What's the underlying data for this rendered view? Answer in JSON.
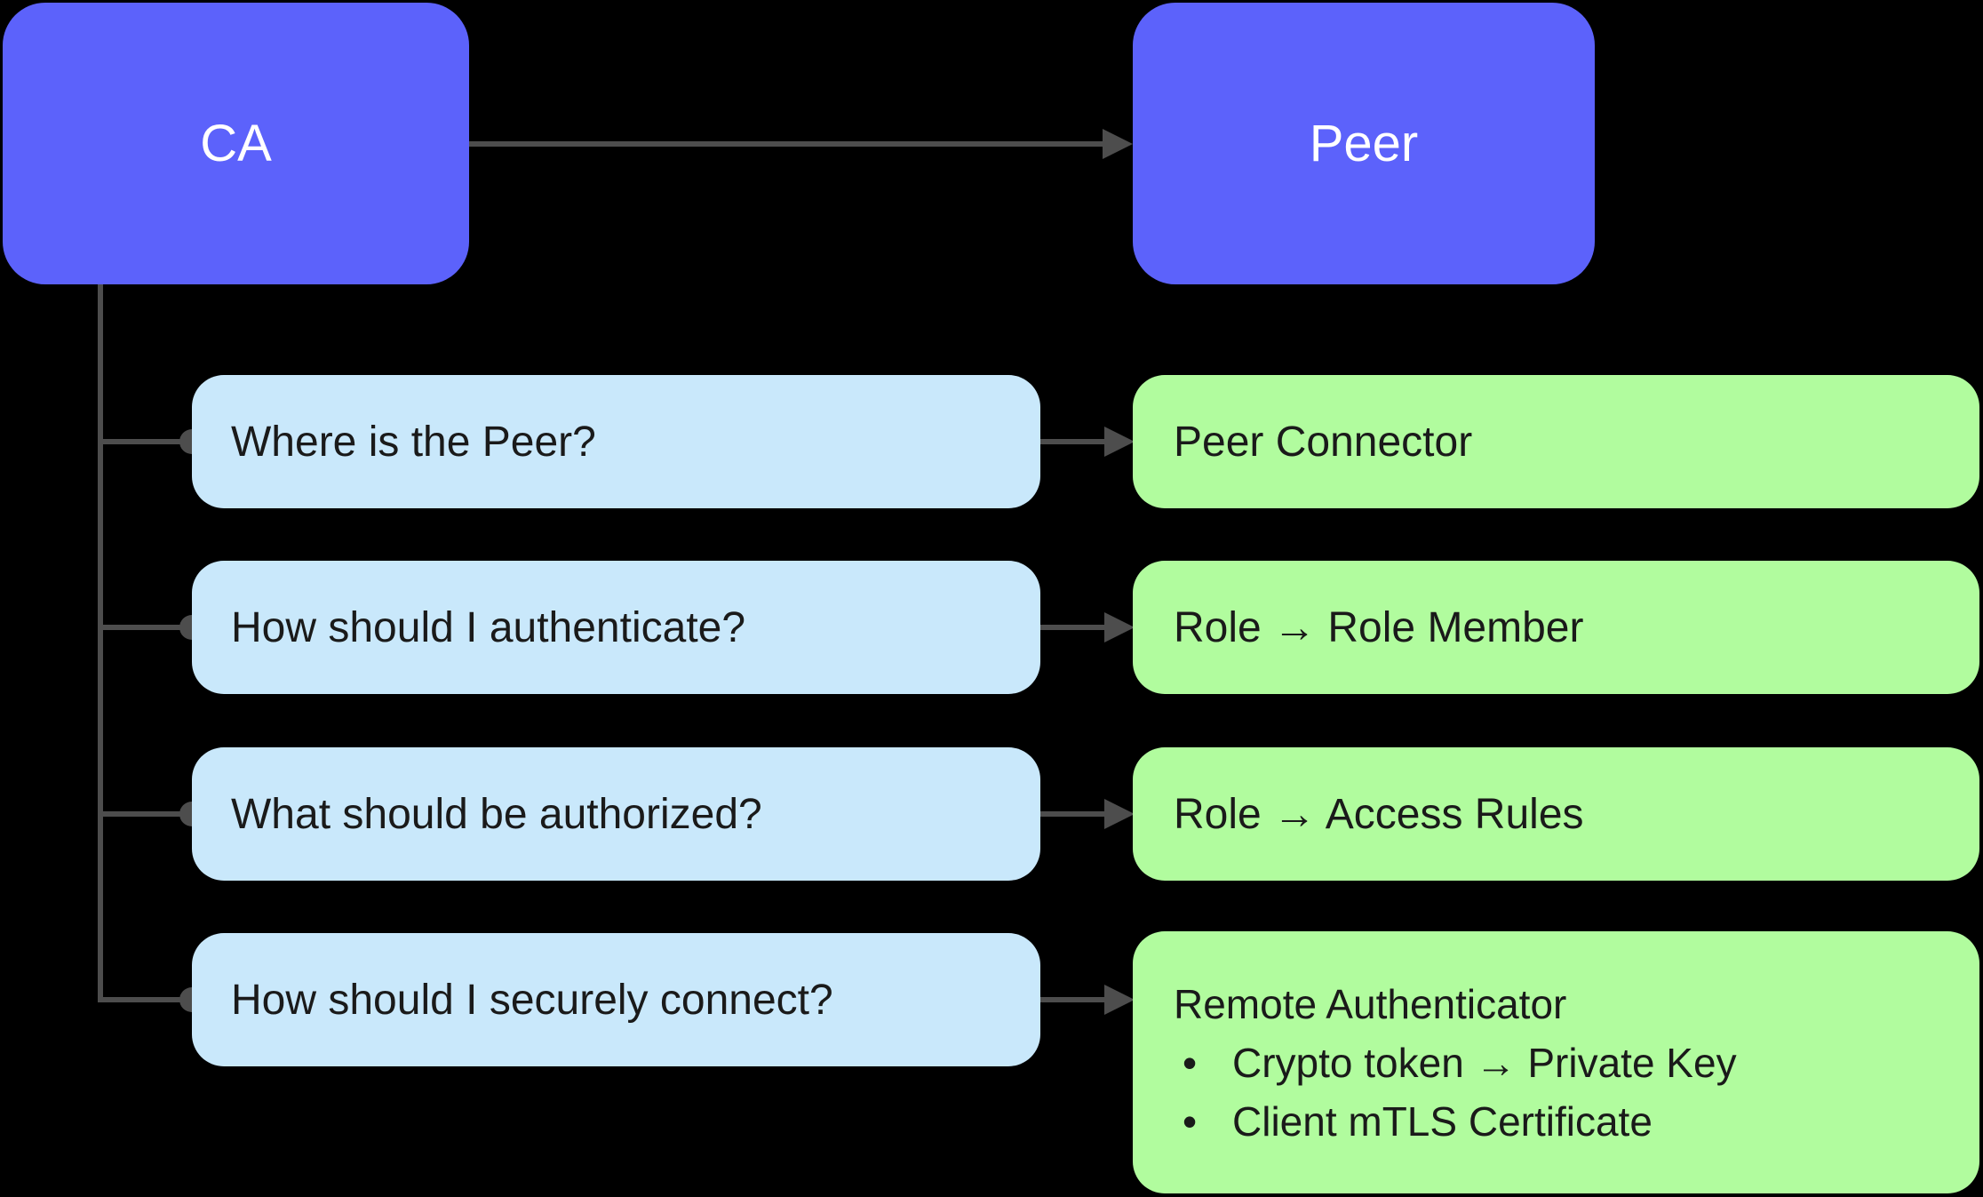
{
  "colors": {
    "background": "#000000",
    "node": "#5C62FB",
    "question": "#C9E8FB",
    "answer": "#B1FC9E",
    "connector": "#4D4D4D",
    "text_dark": "#1A1A1A",
    "text_light": "#FFFFFF"
  },
  "bullet_char": "•",
  "nodes": {
    "ca": {
      "label": "CA"
    },
    "peer": {
      "label": "Peer"
    }
  },
  "rows": [
    {
      "question": "Where is the Peer?",
      "answer": "Peer Connector"
    },
    {
      "question": "How should I authenticate?",
      "answer": "Role → Role Member"
    },
    {
      "question": "What should be authorized?",
      "answer": "Role → Access Rules"
    },
    {
      "question": "How should I securely connect?",
      "answer": "Remote Authenticator",
      "answer_bullets": [
        "Crypto token → Private Key",
        "Client mTLS Certificate"
      ]
    }
  ]
}
